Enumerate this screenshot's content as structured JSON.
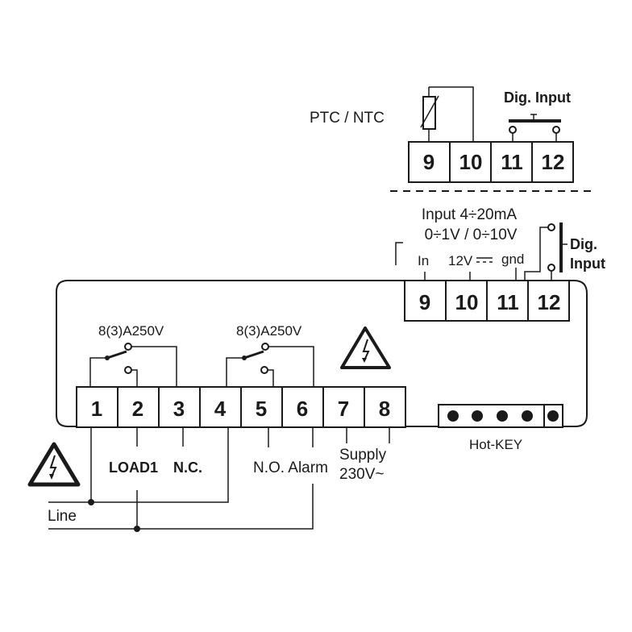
{
  "title": "Controller wiring diagram",
  "top_block": {
    "sensor_label": "PTC / NTC",
    "dig_input_label": "Dig. Input",
    "terminals": [
      "9",
      "10",
      "11",
      "12"
    ]
  },
  "alt_block": {
    "input_line1": "Input 4÷20mA",
    "input_line2": "0÷1V / 0÷10V",
    "pin_in": "In",
    "pin_12v": "12V",
    "pin_gnd": "gnd",
    "dig_label_1": "Dig.",
    "dig_label_2": "Input",
    "terminals": [
      "9",
      "10",
      "11",
      "12"
    ]
  },
  "main_block": {
    "relay1_rating": "8(3)A250V",
    "relay2_rating": "8(3)A250V",
    "terminals": [
      "1",
      "2",
      "3",
      "4",
      "5",
      "6",
      "7",
      "8"
    ],
    "hotkey_label": "Hot-KEY",
    "hotkey_pins": 5
  },
  "labels": {
    "load1": "LOAD1",
    "nc": "N.C.",
    "no_alarm": "N.O. Alarm",
    "supply": "Supply",
    "supply_voltage": "230V~",
    "line": "Line"
  },
  "warning_icon": "high-voltage-warning"
}
